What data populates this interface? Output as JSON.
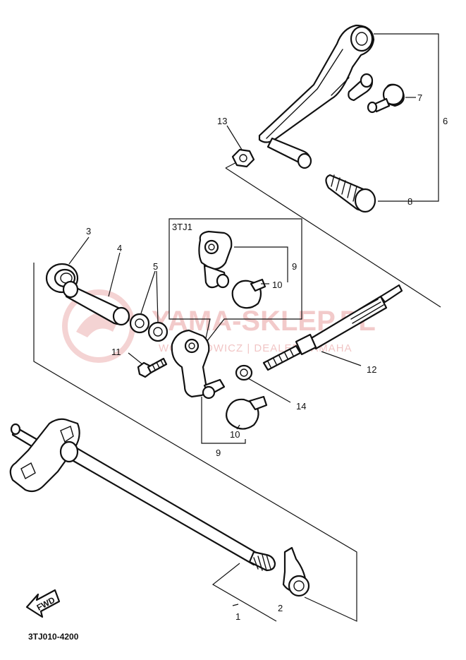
{
  "callouts": {
    "c1": "1",
    "c2": "2",
    "c3": "3",
    "c4": "4",
    "c5": "5",
    "c6": "6",
    "c7": "7",
    "c8": "8",
    "c9_top": "9",
    "c9_bottom": "9",
    "c10_top": "10",
    "c10_bottom": "10",
    "c11": "11",
    "c12": "12",
    "c13": "13",
    "c14": "14"
  },
  "inset_label": "3TJ1",
  "diagram_code": "3TJ010-4200",
  "fwd_label": "FWD",
  "watermark": {
    "main": "YAMA-SKLEP.PL",
    "sub": "WOJ CHOWICZ | DEALER YAMAHA"
  },
  "colors": {
    "line": "#111111",
    "watermark": "#e8a0a0"
  }
}
